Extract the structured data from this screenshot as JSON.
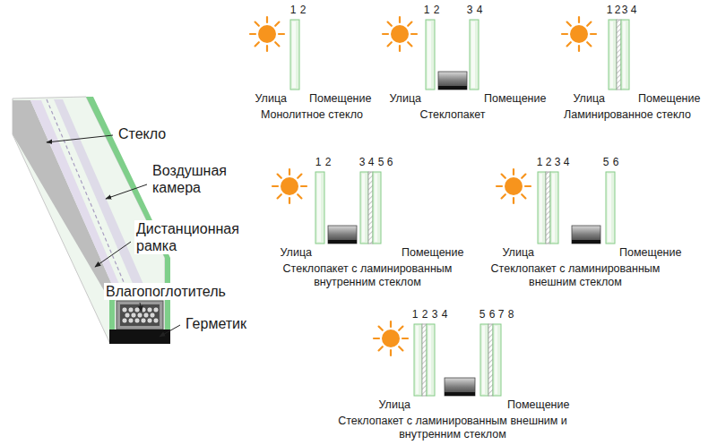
{
  "diagram": {
    "labels": [
      "Стекло",
      "Воздушная камера",
      "Дистанционная рамка",
      "Влагопоглотитель",
      "Герметик",
      "1",
      "2",
      "Улица",
      "Помещение",
      "Монолитное стекло",
      "1",
      "2",
      "3",
      "4",
      "Улица",
      "Помещение",
      "Стеклопакет",
      "1",
      "2",
      "3",
      "4",
      "Улица",
      "Помещение",
      "Ламинированное стекло",
      "1",
      "2",
      "3",
      "4",
      "5",
      "6",
      "Улица",
      "Помещение",
      "Стеклопакет с ламинированным внутренним стеклом",
      "1",
      "2",
      "3",
      "4",
      "5",
      "6",
      "Улица",
      "Помещение",
      "Стеклопакет с ламинированным внешним стеклом",
      "1",
      "2",
      "3",
      "4",
      "5",
      "6",
      "7",
      "8",
      "Улица",
      "Помещение",
      "Стеклопакет с ламинированным внешним и внутренним стеклом"
    ]
  }
}
